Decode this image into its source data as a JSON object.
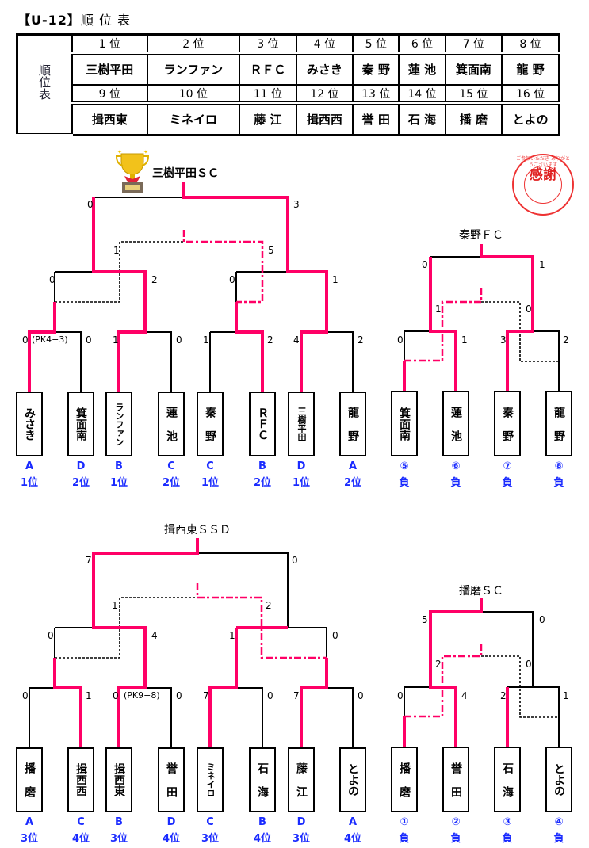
{
  "title": {
    "bracket": "【U-12】",
    "text": "順 位 表"
  },
  "ranking": {
    "side_label": "順位表",
    "places": [
      "1 位",
      "2 位",
      "3 位",
      "4 位",
      "5 位",
      "6 位",
      "7 位",
      "8 位",
      "9 位",
      "10 位",
      "11 位",
      "12 位",
      "13 位",
      "14 位",
      "15 位",
      "16 位"
    ],
    "teams": [
      "三樹平田",
      "ランファン",
      "ＲＦＣ",
      "みさき",
      "秦 野",
      "蓮 池",
      "箕面南",
      "龍 野",
      "揖西東",
      "ミネイロ",
      "藤 江",
      "揖西西",
      "誉 田",
      "石 海",
      "播 磨",
      "とよの"
    ]
  },
  "stamp": {
    "center": "感謝",
    "ring": "ご参加いただき ありがとうございます"
  },
  "colors": {
    "winner_line": "#ff0066",
    "tag": "#1a2bff"
  },
  "brackets": [
    {
      "champion": "三樹平田ＳＣ",
      "teams": [
        {
          "name": "みさき",
          "tag1": "A",
          "tag2": "1位"
        },
        {
          "name": "箕面南",
          "tag1": "D",
          "tag2": "2位"
        },
        {
          "name": "ランファン",
          "tag1": "B",
          "tag2": "1位"
        },
        {
          "name": "蓮 池",
          "tag1": "C",
          "tag2": "2位"
        },
        {
          "name": "秦 野",
          "tag1": "C",
          "tag2": "1位"
        },
        {
          "name": "ＲＦＣ",
          "tag1": "B",
          "tag2": "2位"
        },
        {
          "name": "三樹平田",
          "tag1": "D",
          "tag2": "1位"
        },
        {
          "name": "龍 野",
          "tag1": "A",
          "tag2": "2位"
        }
      ],
      "scores": [
        "0",
        "3",
        "1",
        "5",
        "0",
        "2",
        "0",
        "1",
        "0",
        "(PK4−3)",
        "0",
        "1",
        "0",
        "1",
        "2",
        "4",
        "2"
      ]
    },
    {
      "champion": "秦野ＦＣ",
      "teams": [
        {
          "name": "箕面南",
          "tag1": "⑤",
          "tag2": "負"
        },
        {
          "name": "蓮 池",
          "tag1": "⑥",
          "tag2": "負"
        },
        {
          "name": "秦 野",
          "tag1": "⑦",
          "tag2": "負"
        },
        {
          "name": "龍 野",
          "tag1": "⑧",
          "tag2": "負"
        }
      ],
      "scores": [
        "0",
        "1",
        "1",
        "0",
        "0",
        "1",
        "3",
        "2"
      ]
    },
    {
      "champion": "揖西東ＳＳＤ",
      "teams": [
        {
          "name": "播 磨",
          "tag1": "A",
          "tag2": "3位"
        },
        {
          "name": "揖西西",
          "tag1": "C",
          "tag2": "4位"
        },
        {
          "name": "揖西東",
          "tag1": "B",
          "tag2": "3位"
        },
        {
          "name": "誉 田",
          "tag1": "D",
          "tag2": "4位"
        },
        {
          "name": "ミネイロ",
          "tag1": "C",
          "tag2": "3位"
        },
        {
          "name": "石 海",
          "tag1": "B",
          "tag2": "4位"
        },
        {
          "name": "藤 江",
          "tag1": "D",
          "tag2": "3位"
        },
        {
          "name": "とよの",
          "tag1": "A",
          "tag2": "4位"
        }
      ],
      "scores": [
        "7",
        "0",
        "1",
        "2",
        "0",
        "4",
        "1",
        "0",
        "0",
        "1",
        "0",
        "(PK9−8)",
        "0",
        "7",
        "0",
        "7",
        "0"
      ]
    },
    {
      "champion": "播磨ＳＣ",
      "teams": [
        {
          "name": "播 磨",
          "tag1": "①",
          "tag2": "負"
        },
        {
          "name": "誉 田",
          "tag1": "②",
          "tag2": "負"
        },
        {
          "name": "石 海",
          "tag1": "③",
          "tag2": "負"
        },
        {
          "name": "とよの",
          "tag1": "④",
          "tag2": "負"
        }
      ],
      "scores": [
        "5",
        "0",
        "2",
        "0",
        "0",
        "4",
        "2",
        "1"
      ]
    }
  ]
}
